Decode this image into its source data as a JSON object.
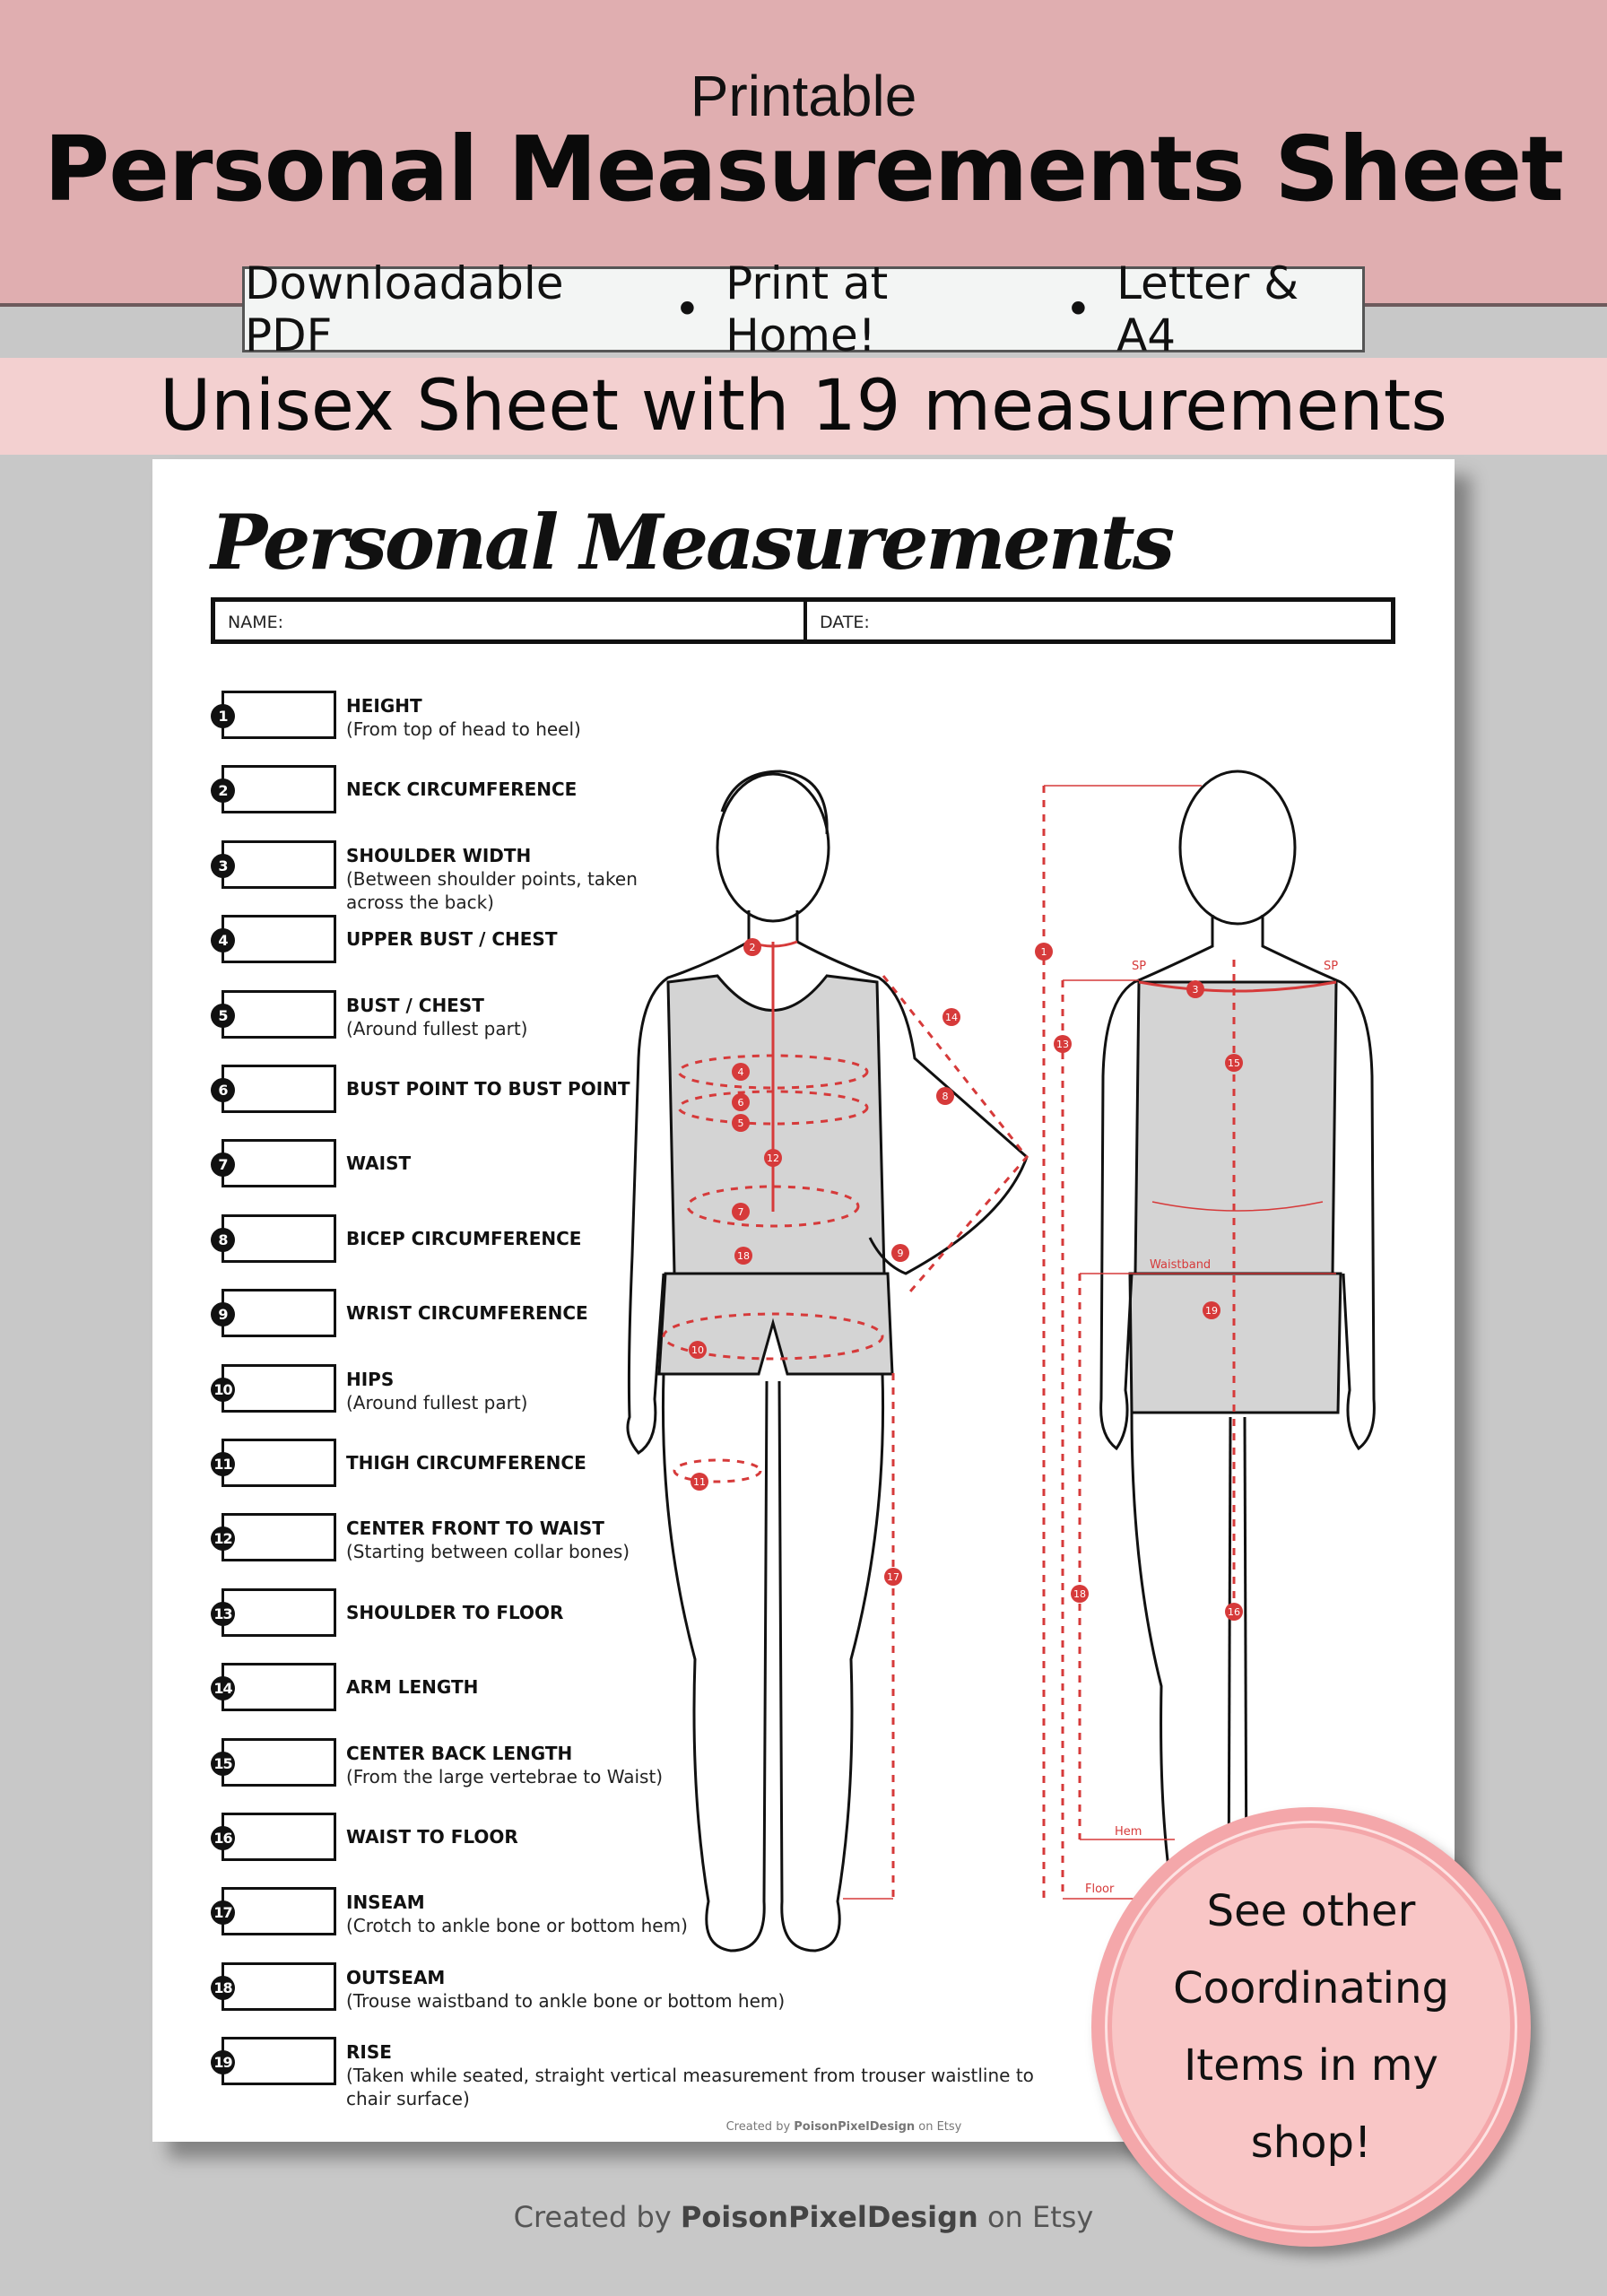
{
  "header": {
    "pre_title": "Printable",
    "title": "Personal Measurements Sheet",
    "features": [
      "Downloadable PDF",
      "Print at Home!",
      "Letter & A4"
    ],
    "separator": "•"
  },
  "sheet": {
    "title": "Personal Measurements",
    "name_label": "NAME:",
    "date_label": "DATE:",
    "items": [
      {
        "num": "1",
        "label": "HEIGHT",
        "desc": "(From top of head to heel)"
      },
      {
        "num": "2",
        "label": "NECK CIRCUMFERENCE",
        "desc": ""
      },
      {
        "num": "3",
        "label": "SHOULDER WIDTH",
        "desc": "(Between shoulder points, taken\nacross the back)"
      },
      {
        "num": "4",
        "label": "UPPER BUST / CHEST",
        "desc": ""
      },
      {
        "num": "5",
        "label": "BUST / CHEST",
        "desc": "(Around fullest part)"
      },
      {
        "num": "6",
        "label": "BUST POINT TO BUST POINT",
        "desc": ""
      },
      {
        "num": "7",
        "label": "WAIST",
        "desc": ""
      },
      {
        "num": "8",
        "label": "BICEP CIRCUMFERENCE",
        "desc": ""
      },
      {
        "num": "9",
        "label": "WRIST CIRCUMFERENCE",
        "desc": ""
      },
      {
        "num": "10",
        "label": "HIPS",
        "desc": "(Around fullest part)"
      },
      {
        "num": "11",
        "label": "THIGH CIRCUMFERENCE",
        "desc": ""
      },
      {
        "num": "12",
        "label": "CENTER FRONT TO WAIST",
        "desc": "(Starting between collar bones)"
      },
      {
        "num": "13",
        "label": "SHOULDER TO FLOOR",
        "desc": ""
      },
      {
        "num": "14",
        "label": "ARM LENGTH",
        "desc": ""
      },
      {
        "num": "15",
        "label": "CENTER BACK LENGTH",
        "desc": "(From the large vertebrae to Waist)"
      },
      {
        "num": "16",
        "label": "WAIST TO FLOOR",
        "desc": ""
      },
      {
        "num": "17",
        "label": "INSEAM",
        "desc": "(Crotch to ankle bone or bottom hem)"
      },
      {
        "num": "18",
        "label": "OUTSEAM",
        "desc": "(Trouse waistband to ankle bone or bottom hem)"
      },
      {
        "num": "19",
        "label": "RISE",
        "desc": "(Taken while seated, straight vertical measurement from trouser waistline to chair surface)"
      }
    ],
    "figure_labels": {
      "sp_left": "SP",
      "sp_right": "SP",
      "waistband": "Waistband",
      "hem": "Hem",
      "floor": "Floor"
    },
    "front_markers": [
      "2",
      "4",
      "6",
      "5",
      "12",
      "7",
      "18",
      "10",
      "14",
      "8",
      "9",
      "1",
      "13",
      "17",
      "11"
    ],
    "back_markers": [
      "3",
      "15",
      "19",
      "16",
      "18"
    ],
    "credit": {
      "pre": "Created by ",
      "brand": "PoisonPixelDesign",
      "post": " on Etsy"
    }
  },
  "overlay_text": "Unisex Sheet with 19 measurements",
  "badge": {
    "lines": [
      "See other",
      "Coordinating",
      "Items in my",
      "shop!"
    ]
  },
  "footer": {
    "pre": "Created by ",
    "brand": "PoisonPixelDesign",
    "post": " on Etsy"
  },
  "colors": {
    "band": "#e0aeb0",
    "background": "#c8c8c8",
    "measure_red": "#d63a3a",
    "badge": "#f4a7aa"
  }
}
